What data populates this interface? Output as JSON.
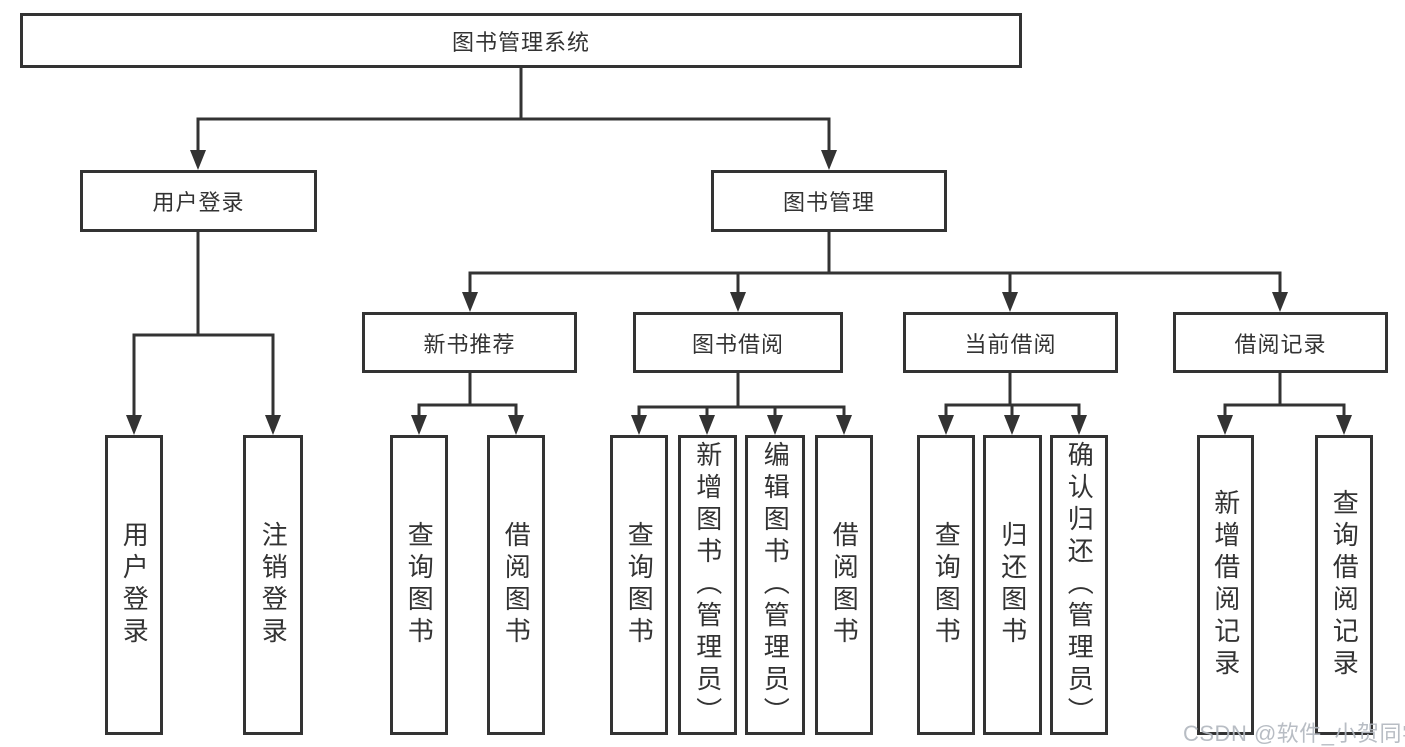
{
  "colors": {
    "line": "#333333",
    "box_border": "#333333",
    "text": "#333333",
    "background": "#ffffff",
    "watermark": "#b2b7bf"
  },
  "diagram": {
    "root": {
      "label": "图书管理系统"
    },
    "branches": [
      {
        "label": "用户登录",
        "children": [
          {
            "label": "用户登录"
          },
          {
            "label": "注销登录"
          }
        ]
      },
      {
        "label": "图书管理",
        "children": [
          {
            "label": "新书推荐",
            "children": [
              {
                "label": "查询图书"
              },
              {
                "label": "借阅图书"
              }
            ]
          },
          {
            "label": "图书借阅",
            "children": [
              {
                "label": "查询图书"
              },
              {
                "label": "新增图书（管理员）"
              },
              {
                "label": "编辑图书（管理员）"
              },
              {
                "label": "借阅图书"
              }
            ]
          },
          {
            "label": "当前借阅",
            "children": [
              {
                "label": "查询图书"
              },
              {
                "label": "归还图书"
              },
              {
                "label": "确认归还（管理员）"
              }
            ]
          },
          {
            "label": "借阅记录",
            "children": [
              {
                "label": "新增借阅记录"
              },
              {
                "label": "查询借阅记录"
              }
            ]
          }
        ]
      }
    ]
  },
  "watermark": "CSDN @软件_小贺同学"
}
